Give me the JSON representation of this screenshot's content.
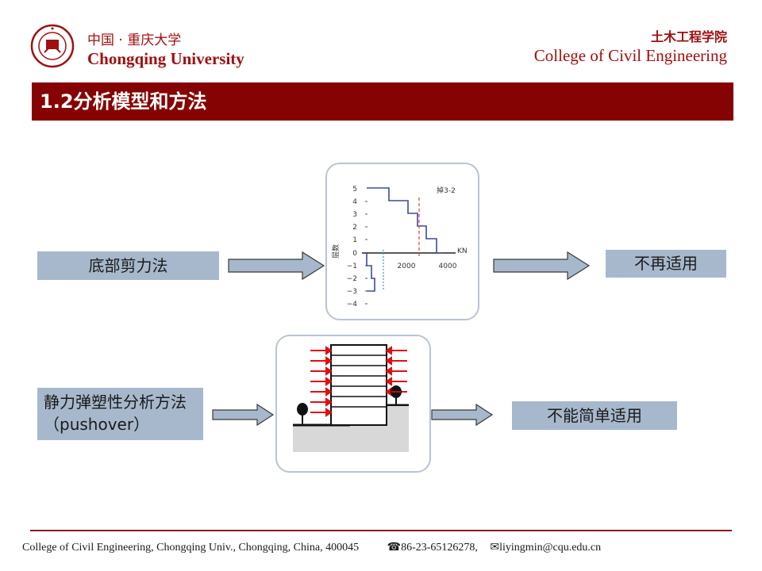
{
  "header": {
    "university_cn": "中国 · 重庆大学",
    "university_en": "Chongqing University",
    "college_cn": "土木工程学院",
    "college_en": "College of Civil Engineering"
  },
  "slide": {
    "title": "1.2分析模型和方法"
  },
  "flow": {
    "row1": {
      "method": "底部剪力法",
      "result": "不再适用"
    },
    "row2": {
      "method": "静力弹塑性分析方法（pushover）",
      "result": "不能简单适用"
    }
  },
  "figure1": {
    "ylabel": "层数",
    "xlabel": "KN",
    "legend": "掉3-2",
    "y_ticks": [
      "5",
      "4",
      "3",
      "2",
      "1",
      "0",
      "−1",
      "−2",
      "−3",
      "−4"
    ],
    "x_ticks": [
      "2000",
      "4000"
    ]
  },
  "footer": {
    "address": "College of Civil Engineering, Chongqing Univ., Chongqing, China, 400045",
    "phone": "86-23-65126278,",
    "email": "liyingmin@cqu.edu.cn"
  },
  "colors": {
    "brand": "#860303",
    "box": "#a7b8cc",
    "arrow": "#a7b8cc",
    "force_arrow": "#e01010"
  }
}
